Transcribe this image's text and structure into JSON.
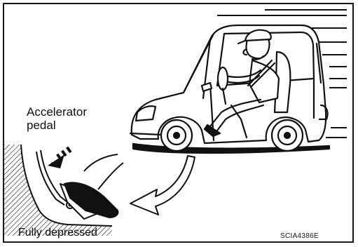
{
  "labels": {
    "accelerator_line1": "Accelerator",
    "accelerator_line2": "pedal",
    "fully_depressed": "Fully depressed",
    "figure_code": "SCIA4386E"
  },
  "colors": {
    "line": "#111111",
    "background": "#ffffff"
  },
  "icons": [
    "car-with-driver-illustration",
    "accelerator-pedal-illustration",
    "curved-pointer-arrow"
  ]
}
